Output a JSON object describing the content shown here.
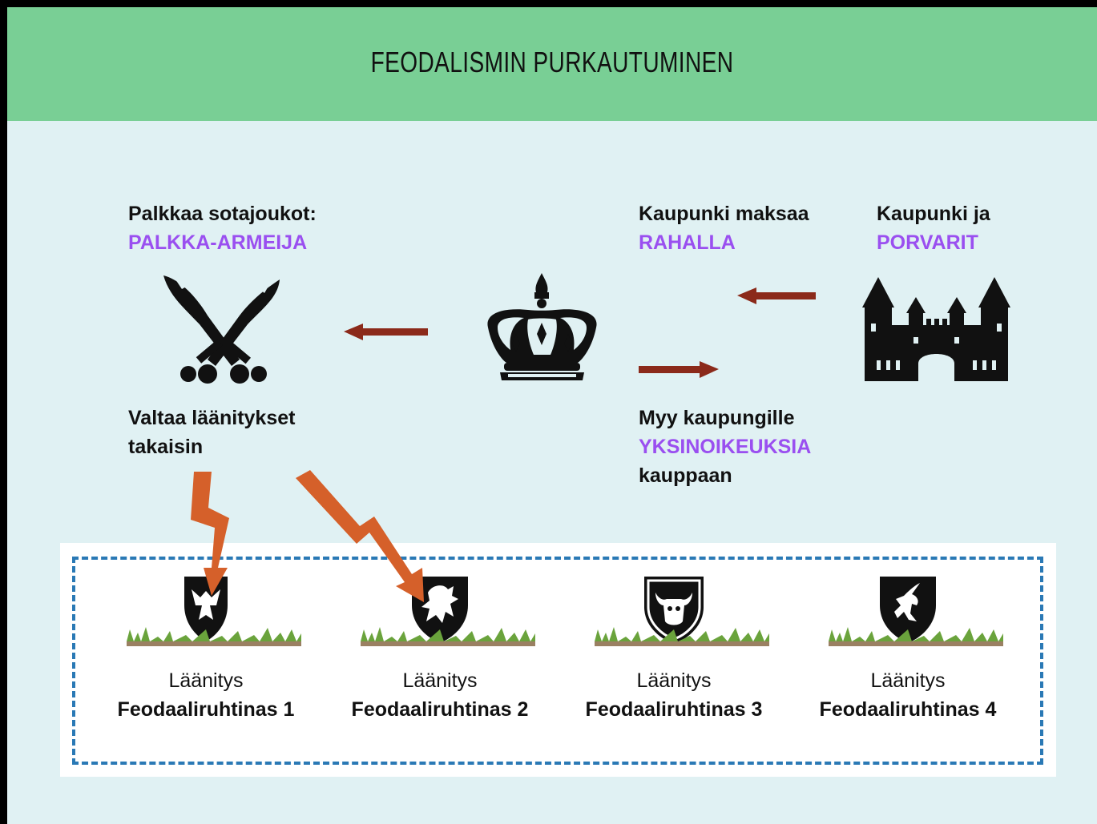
{
  "title": "FEODALISMIN PURKAUTUMINEN",
  "mercenary": {
    "line1": "Palkkaa sotajoukot:",
    "highlight": "PALKKA-ARMEIJA"
  },
  "reclaim": {
    "line1": "Valtaa läänitykset",
    "line2": "takaisin"
  },
  "city_pays": {
    "line1": "Kaupunki maksaa",
    "highlight": "RAHALLA"
  },
  "city": {
    "line1": "Kaupunki ja",
    "highlight": "PORVARIT"
  },
  "monopoly": {
    "line1": "Myy kaupungille",
    "highlight": "YKSINOIKEUKSIA",
    "line3": "kauppaan"
  },
  "fiefs": [
    {
      "grant": "Läänitys",
      "lord": "Feodaaliruhtinas 1",
      "emblem": "eagle-icon"
    },
    {
      "grant": "Läänitys",
      "lord": "Feodaaliruhtinas 2",
      "emblem": "lion-icon"
    },
    {
      "grant": "Läänitys",
      "lord": "Feodaaliruhtinas 3",
      "emblem": "bull-icon"
    },
    {
      "grant": "Läänitys",
      "lord": "Feodaaliruhtinas 4",
      "emblem": "unicorn-icon"
    }
  ],
  "colors": {
    "header": "#79cf95",
    "background": "#e0f1f3",
    "highlight": "#9a4ff0",
    "arrow": "#8b2a1a",
    "lightning": "#d5602a",
    "dashed_border": "#2a79b5",
    "grass": "#6aa33c",
    "soil": "#9a8062"
  }
}
